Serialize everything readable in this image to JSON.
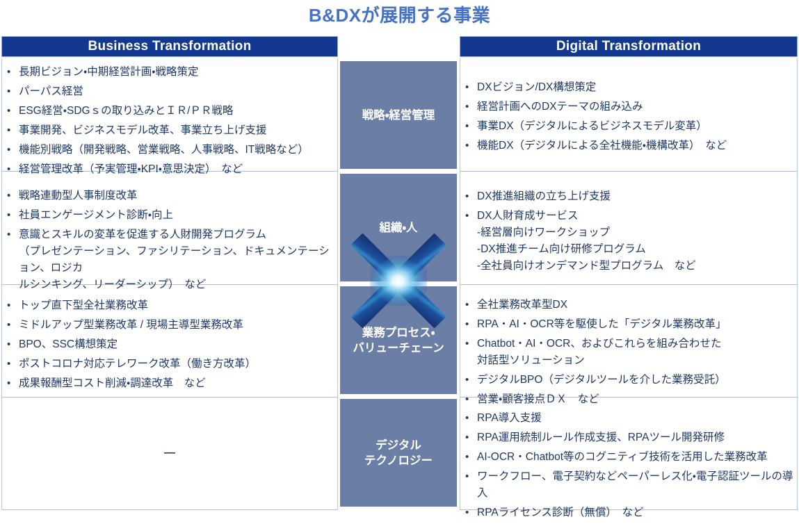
{
  "title": "B&DXが展開する事業",
  "colors": {
    "title": "#4472c4",
    "header_bar": "#12398f",
    "center_box": "#6b7ea6",
    "text": "#1f3864",
    "divider": "#aabfdf"
  },
  "columns": {
    "left": {
      "header": "Business Transformation"
    },
    "right": {
      "header": "Digital Transformation"
    }
  },
  "center_boxes": [
    {
      "label": "戦略・経営管理"
    },
    {
      "label": "組織・人"
    },
    {
      "label_line1": "業務プロセス・",
      "label_line2": "バリューチェーン"
    },
    {
      "label_line1": "デジタル",
      "label_line2": "テクノロジー"
    }
  ],
  "rows": [
    {
      "left_items": [
        "長期ビジョン・中期経営計画・戦略策定",
        "パーパス経営",
        "ESG経営・SDGｓの取り込みとＩＲ/ＰＲ戦略",
        "事業開発、ビジネスモデル改革、事業立ち上げ支援",
        "機能別戦略（開発戦略、営業戦略、人事戦略、IT戦略など）",
        "経営管理改革（予実管理・KPI・意思決定）　など"
      ],
      "right_items": [
        "DXビジョン/DX構想策定",
        "経営計画へのDXテーマの組み込み",
        "事業DX（デジタルによるビジネスモデル変革）",
        "機能DX（デジタルによる全社機能・機構改革）　など"
      ]
    },
    {
      "left_items": [
        "戦略連動型人事制度改革",
        "社員エンゲージメント診断・向上",
        "意識とスキルの変革を促進する人財開発プログラム\n（プレゼンテーション、ファシリテーション、ドキュメンテーション、ロジカ\nルシンキング、リーダーシップ）　など"
      ],
      "right_items": [
        "DX推進組織の立ち上げ支援",
        "DX人財育成サービス\n-経営層向けワークショップ\n-DX推進チーム向け研修プログラム\n-全社員向けオンデマンド型プログラム　など"
      ]
    },
    {
      "left_items": [
        "トップ直下型全社業務改革",
        "ミドルアップ型業務改革 / 現場主導型業務改革",
        "BPO、SSC構想策定",
        "ポストコロナ対応テレワーク改革（働き方改革）",
        "成果報酬型コスト削減・調達改革　など"
      ],
      "right_items": [
        "全社業務改革型DX",
        "RPA・AI・OCR等を駆使した「デジタル業務改革」",
        "Chatbot・AI・OCR、およびこれらを組み合わせた\n対話型ソリューション",
        "デジタルBPO（デジタルツールを介した業務受託）",
        "営業・顧客接点ＤＸ　など"
      ]
    },
    {
      "left_placeholder": "—",
      "left_items": [],
      "right_items": [
        "RPA導入支援",
        "RPA運用統制ルール作成支援、RPAツール開発研修",
        "AI-OCR・Chatbot等のコグニティブ技術を活用した業務改革",
        "ワークフロー、電子契約などペーパーレス化・電子認証ツールの導入",
        "RPAライセンス診断（無償）　など"
      ]
    }
  ]
}
